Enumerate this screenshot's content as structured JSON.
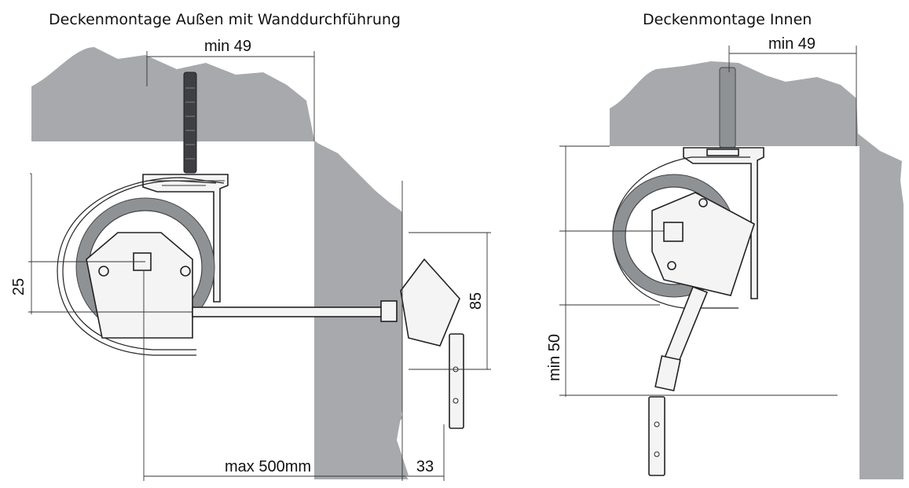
{
  "titles": {
    "left": "Deckenmontage Außen mit Wanddurchführung",
    "right": "Deckenmontage Innen"
  },
  "left_diagram": {
    "dim_top": "min 49",
    "dim_side": "25",
    "dim_right": "85",
    "dim_bottom_main": "max 500mm",
    "dim_bottom_right": "33"
  },
  "right_diagram": {
    "dim_top": "min 49",
    "dim_side": "min 50"
  },
  "colors": {
    "wall": "#a7a9ac",
    "drum_ring": "#8f9295",
    "anchor": "#3d3f42"
  }
}
